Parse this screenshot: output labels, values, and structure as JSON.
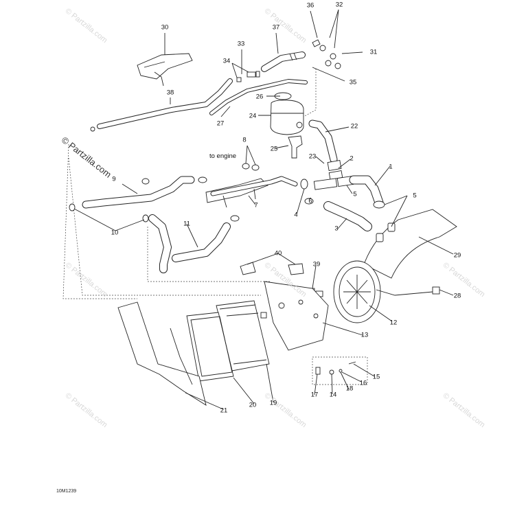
{
  "watermark": "© Partzilla.com",
  "faint_watermark": "© Partzilla.com",
  "diagram_code": "10M1239",
  "annotation": "to engine",
  "callouts": [
    "30",
    "36",
    "32",
    "37",
    "33",
    "31",
    "34",
    "38",
    "35",
    "26",
    "27",
    "24",
    "22",
    "25",
    "23",
    "2",
    "1",
    "8",
    "5",
    "9",
    "6",
    "5",
    "7",
    "4",
    "3",
    "10",
    "11",
    "29",
    "40",
    "39",
    "28",
    "12",
    "13",
    "15",
    "16",
    "17",
    "14",
    "18",
    "21",
    "20",
    "19"
  ]
}
